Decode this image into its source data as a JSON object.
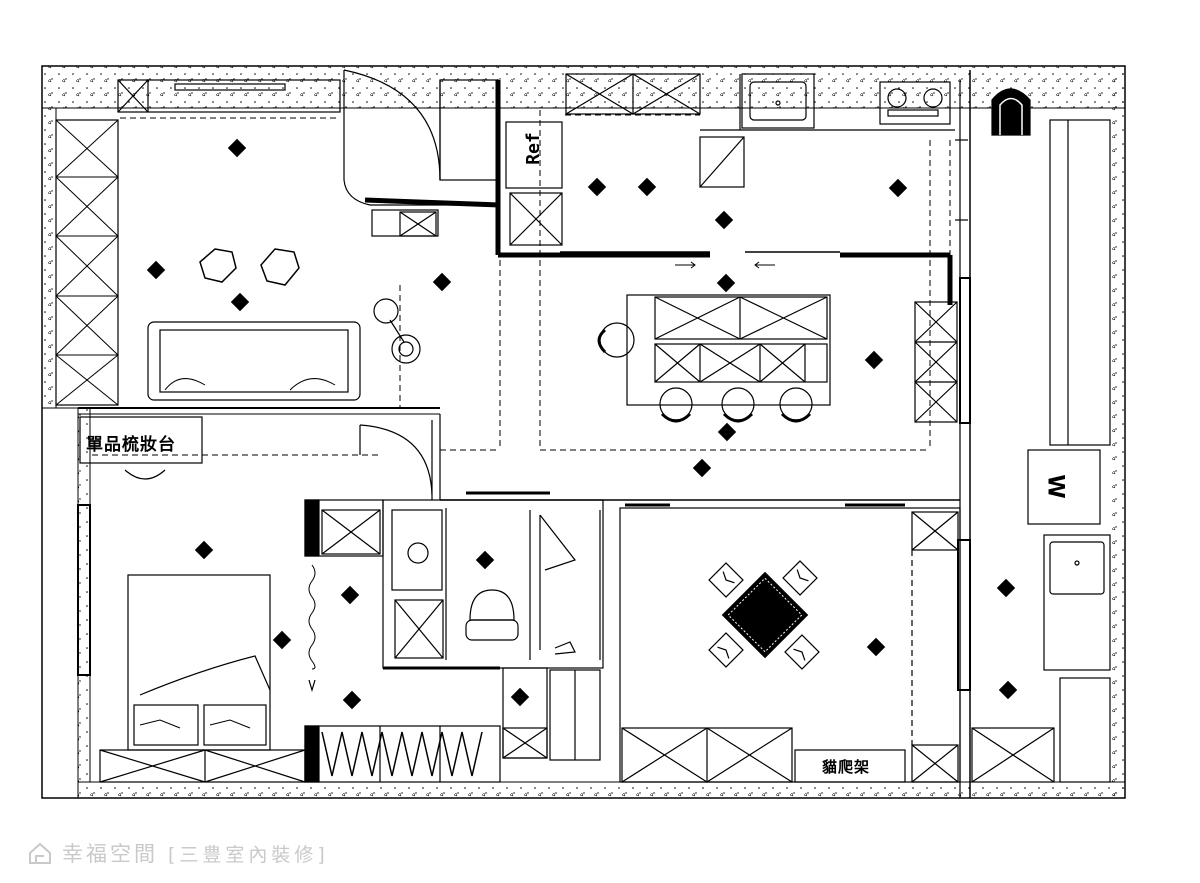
{
  "labels": {
    "vanity": "單品梳妝台",
    "cat_climb": "貓爬架",
    "fridge": "Ref",
    "washer": "W"
  },
  "watermark": {
    "brand": "幸福空間",
    "designer": "[三豊室內裝修]"
  },
  "colors": {
    "line": "#000000",
    "watermark": "#c9c9c9",
    "background": "#ffffff"
  }
}
